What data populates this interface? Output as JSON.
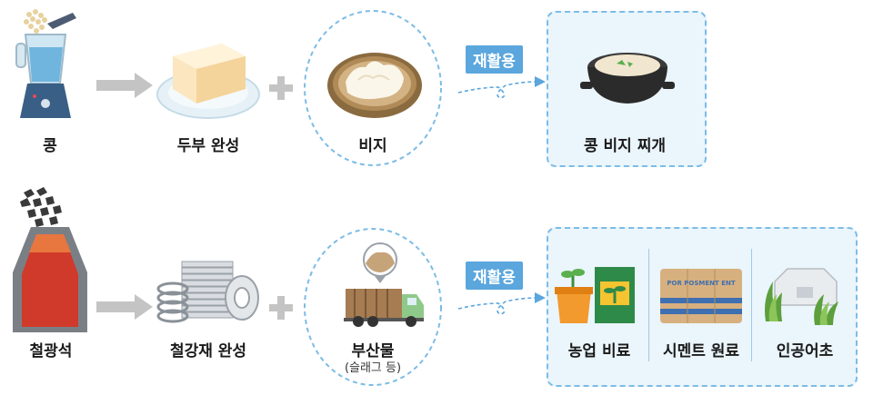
{
  "row1": {
    "step1": "콩",
    "step2": "두부 완성",
    "step3": "비지",
    "badge": "재활용",
    "result": "콩 비지 찌개"
  },
  "row2": {
    "step1": "철광석",
    "step2": "철강재 완성",
    "step3": "부산물",
    "step3_sub": "(슬래그 등)",
    "badge": "재활용",
    "results": [
      "농업 비료",
      "시멘트 원료",
      "인공어초"
    ],
    "bag_text": "POR POSMENT ENT"
  },
  "colors": {
    "accent": "#5aa6dd",
    "box_fill": "#eaf5fc",
    "box_border": "#7cbce6",
    "arrow_gray": "#c4c4c4"
  }
}
